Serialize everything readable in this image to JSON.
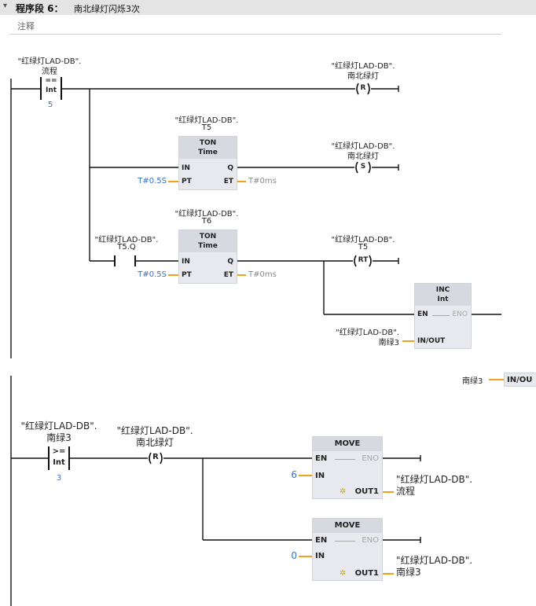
{
  "segment": {
    "label": "程序段 6：",
    "name": "南北绿灯闪烁3次",
    "comment": "注释"
  },
  "network_a": {
    "cmp_eq": {
      "operand_db": "\"红绿灯LAD-DB\".",
      "operand_tag": "流程",
      "op": "==",
      "type": "Int",
      "value": "5"
    },
    "reset_coil": {
      "db": "\"红绿灯LAD-DB\".",
      "tag": "南北绿灯",
      "symbol": "R"
    },
    "ton_t5": {
      "inst_db": "\"红绿灯LAD-DB\".",
      "inst_tag": "T5",
      "title": "TON",
      "subtitle": "Time",
      "pin_in": "IN",
      "pin_q": "Q",
      "pin_pt": "PT",
      "pin_et": "ET",
      "pt": "T#0.5S",
      "et": "T#0ms"
    },
    "set_coil": {
      "db": "\"红绿灯LAD-DB\".",
      "tag": "南北绿灯",
      "symbol": "S"
    },
    "contact_t5q": {
      "db": "\"红绿灯LAD-DB\".",
      "tag": "T5.Q"
    },
    "ton_t6": {
      "inst_db": "\"红绿灯LAD-DB\".",
      "inst_tag": "T6",
      "title": "TON",
      "subtitle": "Time",
      "pin_in": "IN",
      "pin_q": "Q",
      "pin_pt": "PT",
      "pin_et": "ET",
      "pt": "T#0.5S",
      "et": "T#0ms"
    },
    "rt_coil": {
      "db": "\"红绿灯LAD-DB\".",
      "tag": "T5",
      "symbol": "RT"
    },
    "inc_block": {
      "title": "INC",
      "type": "Int",
      "pin_en": "EN",
      "pin_eno": "ENO",
      "pin_inout": "IN/OUT",
      "operand_db": "\"红绿灯LAD-DB\".",
      "operand_tag": "南绿3"
    }
  },
  "network_b": {
    "partial_top_text": "南绿3",
    "partial_top_pin": "IN/OU",
    "cmp_ge": {
      "operand_db": "\"红绿灯LAD-DB\".",
      "operand_tag": "南绿3",
      "op": ">=",
      "type": "Int",
      "value": "3"
    },
    "reset_coil": {
      "db": "\"红绿灯LAD-DB\".",
      "tag": "南北绿灯",
      "symbol": "R"
    },
    "move1": {
      "title": "MOVE",
      "pin_en": "EN",
      "pin_eno": "ENO",
      "pin_in": "IN",
      "pin_out": "OUT1",
      "in_value": "6",
      "out_db": "\"红绿灯LAD-DB\".",
      "out_tag": "流程"
    },
    "move2": {
      "title": "MOVE",
      "pin_en": "EN",
      "pin_eno": "ENO",
      "pin_in": "IN",
      "pin_out": "OUT1",
      "in_value": "0",
      "out_db": "\"红绿灯LAD-DB\".",
      "out_tag": "南绿3"
    }
  }
}
